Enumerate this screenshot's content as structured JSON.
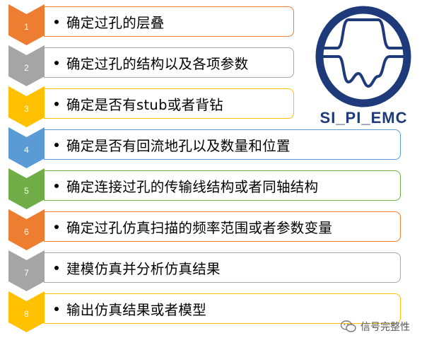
{
  "steps": [
    {
      "number": "1",
      "text": "确定过孔的层叠",
      "color": "#ED7D31"
    },
    {
      "number": "2",
      "text": "确定过孔的结构以及各项参数",
      "color": "#A5A5A5"
    },
    {
      "number": "3",
      "text": "确定是否有stub或者背钻",
      "color": "#FFC000"
    },
    {
      "number": "4",
      "text": "确定是否有回流地孔以及数量和位置",
      "color": "#5B9BD5"
    },
    {
      "number": "5",
      "text": "确定连接过孔的传输线结构或者同轴结构",
      "color": "#70AD47"
    },
    {
      "number": "6",
      "text": "确定过孔仿真扫描的频率范围或者参数变量",
      "color": "#ED7D31"
    },
    {
      "number": "7",
      "text": "建模仿真并分析仿真结果",
      "color": "#A5A5A5"
    },
    {
      "number": "8",
      "text": "输出仿真结果或者模型",
      "color": "#FFC000"
    }
  ],
  "logo": {
    "text": "SI_PI_EMC",
    "color": "#1F3A7A"
  },
  "watermark": {
    "text": "信号完整性",
    "icon": "wechat-icon"
  }
}
